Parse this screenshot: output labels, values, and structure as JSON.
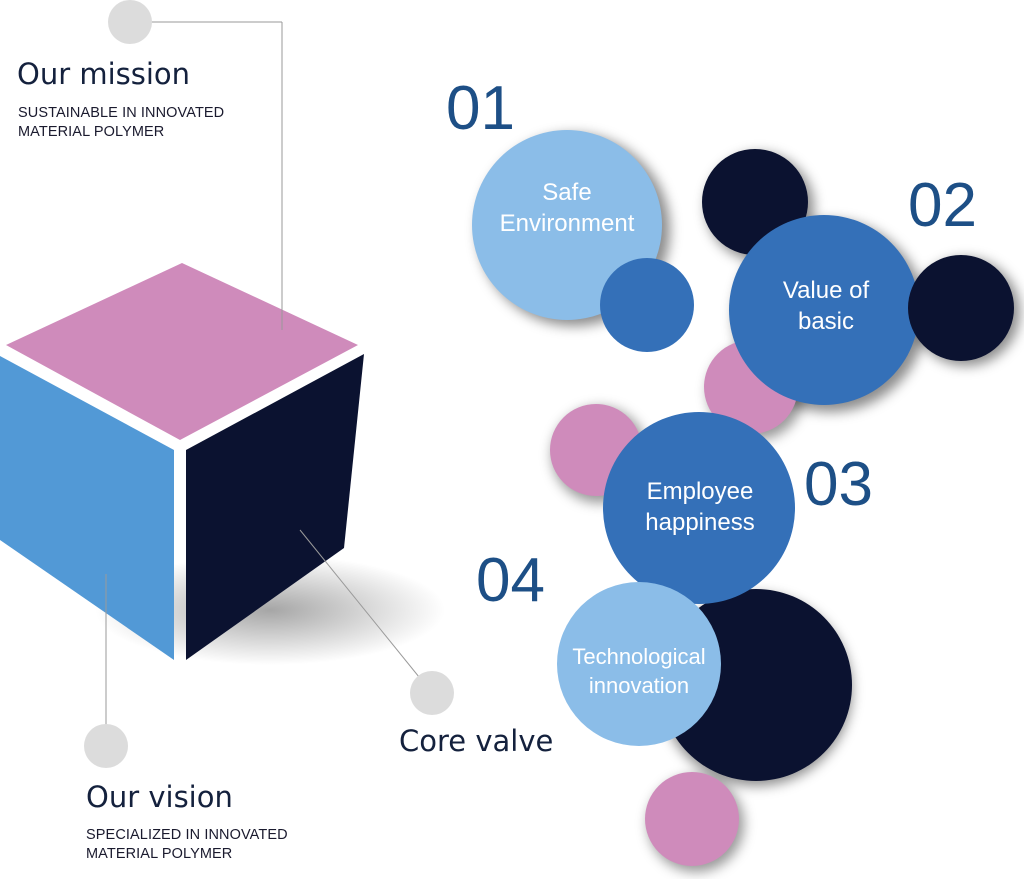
{
  "mission": {
    "title": "Our mission",
    "lines": [
      "SUSTAINABLE IN INNOVATED",
      "MATERIAL POLYMER"
    ]
  },
  "vision": {
    "title": "Our vision",
    "lines": [
      "SPECIALIZED IN INNOVATED",
      "MATERIAL POLYMER"
    ]
  },
  "core": {
    "title": "Core valve"
  },
  "values": [
    {
      "number": "01",
      "lines": [
        "Safe",
        "Environment"
      ]
    },
    {
      "number": "02",
      "lines": [
        "Value of",
        "basic"
      ]
    },
    {
      "number": "03",
      "lines": [
        "Employee",
        "happiness"
      ]
    },
    {
      "number": "04",
      "lines": [
        "Technological",
        "innovation"
      ]
    }
  ],
  "colors": {
    "pink": "#cf8bbb",
    "light_blue": "#8bbde8",
    "mid_blue": "#3470b8",
    "cube_blue": "#5299d6",
    "navy": "#0b1230",
    "number_blue": "#1d4f86",
    "marker_gray": "#dcdcdc"
  }
}
